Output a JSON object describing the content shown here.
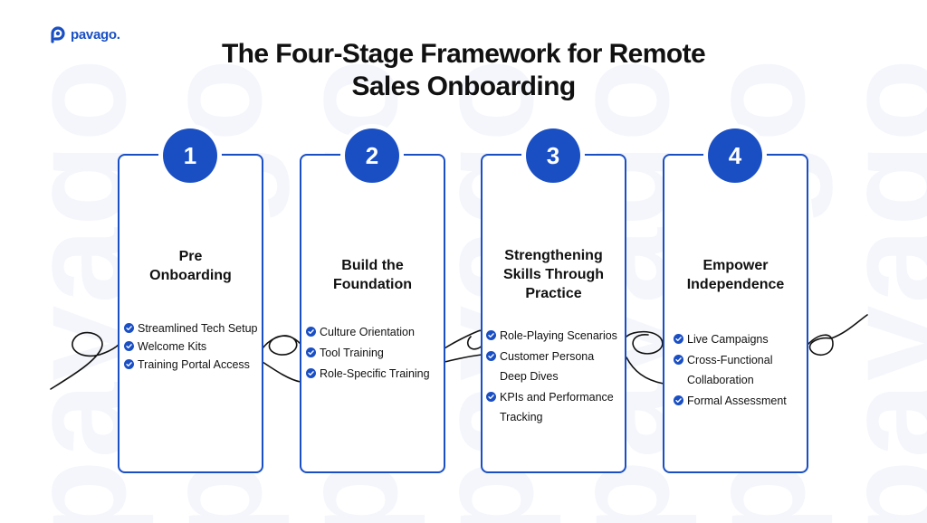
{
  "brand": {
    "name": "pavago.",
    "color": "#1a4fc4",
    "logo_icon": "pavago-logo-icon",
    "watermark_text": "pavago"
  },
  "title": {
    "line1": "The Four-Stage Framework for Remote",
    "line2": "Sales Onboarding"
  },
  "stages": [
    {
      "number": "1",
      "title_lines": [
        "Pre",
        "Onboarding"
      ],
      "items": [
        "Streamlined Tech Setup",
        "Welcome Kits",
        "Training Portal Access"
      ]
    },
    {
      "number": "2",
      "title_lines": [
        "Build the",
        "Foundation"
      ],
      "items": [
        "Culture Orientation",
        "Tool Training",
        "Role-Specific Training"
      ]
    },
    {
      "number": "3",
      "title_lines": [
        "Strengthening",
        "Skills Through",
        "Practice"
      ],
      "items": [
        "Role-Playing Scenarios",
        "Customer Persona Deep Dives",
        "KPIs and Performance Tracking"
      ]
    },
    {
      "number": "4",
      "title_lines": [
        "Empower",
        "Independence"
      ],
      "items": [
        "Live Campaigns",
        "Cross-Functional Collaboration",
        "Formal Assessment"
      ]
    }
  ],
  "icons": {
    "bullet": "check-circle-icon",
    "connector": "loop-connector"
  }
}
